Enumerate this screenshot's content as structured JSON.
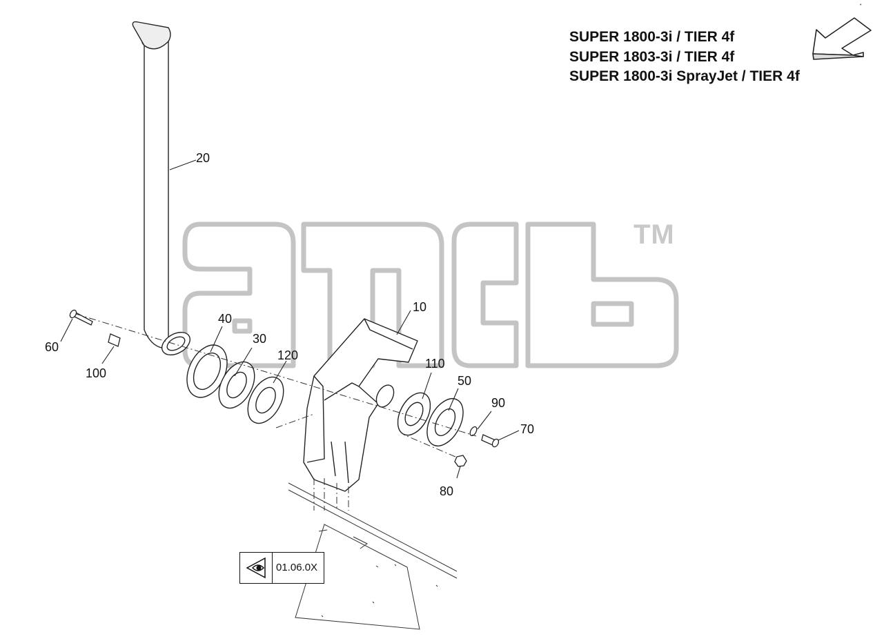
{
  "header": {
    "models": [
      "SUPER 1800-3i / TIER 4f",
      "SUPER 1803-3i / TIER 4f",
      "SUPER 1800-3i SprayJet / TIER 4f"
    ],
    "direction_icon": "front-arrow-icon"
  },
  "watermark": {
    "logo_icon": "atd-logo-watermark",
    "trademark": "TM"
  },
  "callouts": {
    "c10": "10",
    "c20": "20",
    "c30": "30",
    "c40": "40",
    "c50": "50",
    "c60": "60",
    "c70": "70",
    "c80": "80",
    "c90": "90",
    "c100": "100",
    "c110": "110",
    "c120": "120"
  },
  "reference": {
    "icon": "eye-view-icon",
    "code": "01.06.0X"
  },
  "corner_mark": "•"
}
